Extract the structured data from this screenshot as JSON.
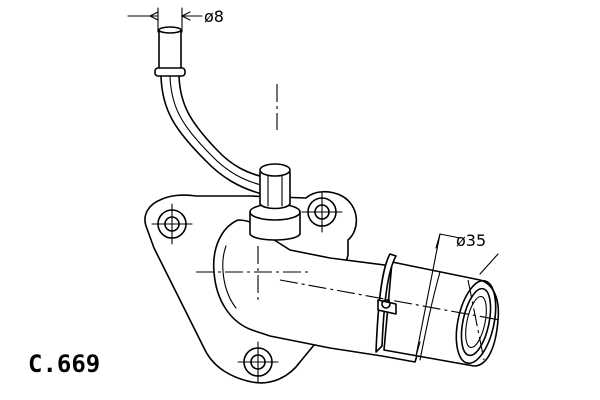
{
  "diagram": {
    "pipe_diameter_label": "ø8",
    "outlet_diameter_label": "ø35",
    "part_code": "C.669"
  }
}
